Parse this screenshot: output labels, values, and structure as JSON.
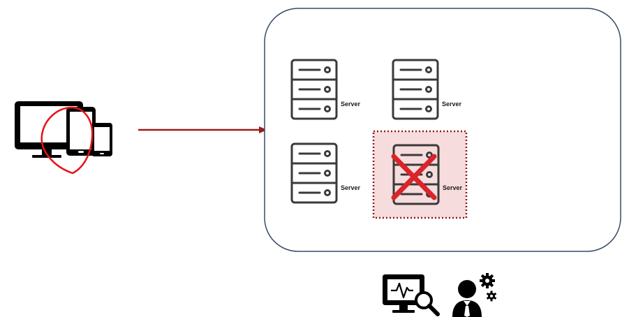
{
  "servers": [
    {
      "label": "Server",
      "status": "ok"
    },
    {
      "label": "Server",
      "status": "ok"
    },
    {
      "label": "Server",
      "status": "ok"
    },
    {
      "label": "Server",
      "status": "failed"
    }
  ],
  "colors": {
    "cluster_border": "#3a4a66",
    "arrow": "#9b1c1c",
    "failure_fill": "#f6dcdc",
    "failure_border": "#8e1a1a",
    "failure_cross": "#d9242a",
    "highlight_circle": "#e8121a",
    "icon_stroke": "#3a3a3a",
    "icon_fill": "#000000"
  },
  "icons": {
    "client_devices": "devices-icon",
    "server": "server-rack-icon",
    "monitoring": "monitor-search-icon",
    "admin": "admin-gear-icon"
  }
}
